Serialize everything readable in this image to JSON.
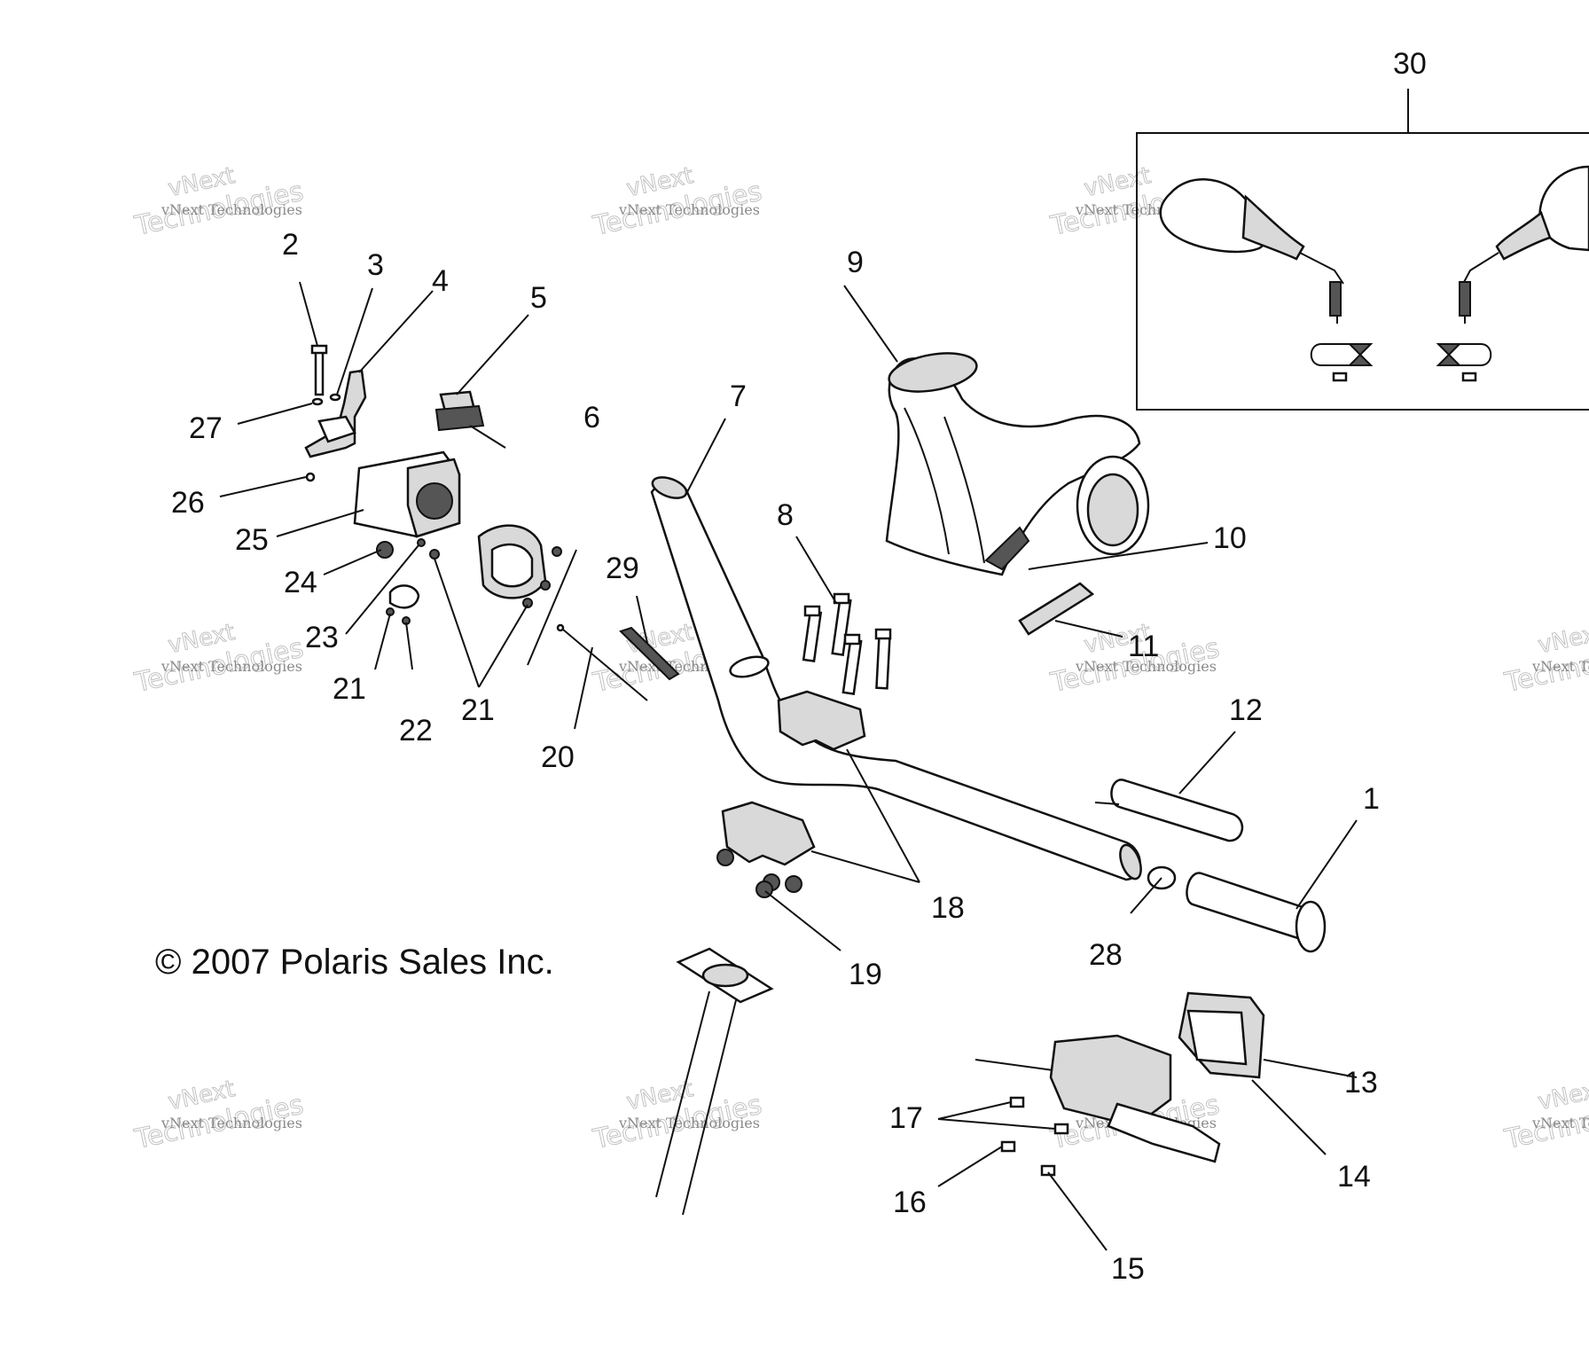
{
  "copyright": "© 2007 Polaris Sales Inc.",
  "watermark": {
    "line1": "vNext Technologies",
    "line2": "Technologies",
    "line3": "vNext"
  },
  "callouts": [
    {
      "id": "1",
      "label": "1"
    },
    {
      "id": "2",
      "label": "2"
    },
    {
      "id": "3",
      "label": "3"
    },
    {
      "id": "4",
      "label": "4"
    },
    {
      "id": "5",
      "label": "5"
    },
    {
      "id": "6",
      "label": "6"
    },
    {
      "id": "7",
      "label": "7"
    },
    {
      "id": "8",
      "label": "8"
    },
    {
      "id": "9",
      "label": "9"
    },
    {
      "id": "10",
      "label": "10"
    },
    {
      "id": "11",
      "label": "11"
    },
    {
      "id": "12",
      "label": "12"
    },
    {
      "id": "13",
      "label": "13"
    },
    {
      "id": "14",
      "label": "14"
    },
    {
      "id": "15",
      "label": "15"
    },
    {
      "id": "16",
      "label": "16"
    },
    {
      "id": "17",
      "label": "17"
    },
    {
      "id": "18",
      "label": "18"
    },
    {
      "id": "19",
      "label": "19"
    },
    {
      "id": "20",
      "label": "20"
    },
    {
      "id": "21a",
      "label": "21"
    },
    {
      "id": "21b",
      "label": "21"
    },
    {
      "id": "22",
      "label": "22"
    },
    {
      "id": "23",
      "label": "23"
    },
    {
      "id": "24",
      "label": "24"
    },
    {
      "id": "25",
      "label": "25"
    },
    {
      "id": "26",
      "label": "26"
    },
    {
      "id": "27",
      "label": "27"
    },
    {
      "id": "28",
      "label": "28"
    },
    {
      "id": "29",
      "label": "29"
    },
    {
      "id": "30",
      "label": "30"
    }
  ]
}
